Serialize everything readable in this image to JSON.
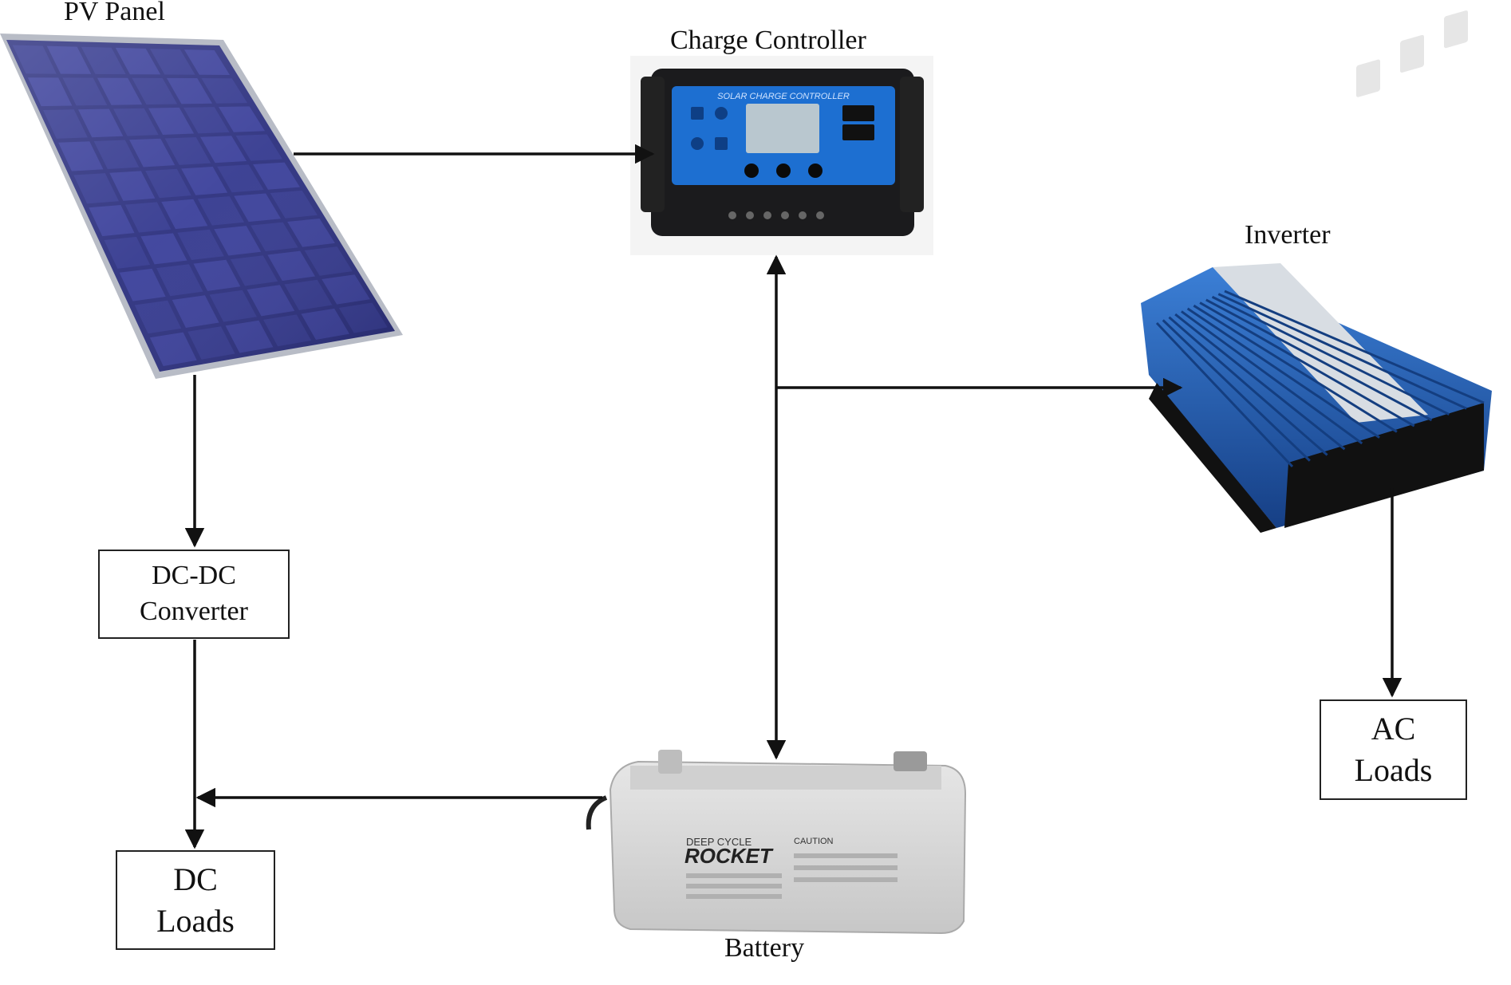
{
  "diagram": {
    "components": {
      "pv_panel": {
        "label": "PV Panel",
        "icon": "solar-panel-icon"
      },
      "charge_controller": {
        "label": "Charge Controller",
        "icon": "charge-controller-icon",
        "device_text": "SOLAR CHARGE CONTROLLER"
      },
      "inverter": {
        "label": "Inverter",
        "icon": "inverter-icon"
      },
      "battery": {
        "label": "Battery",
        "icon": "battery-icon",
        "device_text_top": "DEEP CYCLE",
        "device_brand": "ROCKET",
        "device_caution": "CAUTION"
      },
      "dcdc_converter": {
        "line1": "DC-DC",
        "line2": "Converter"
      },
      "dc_loads": {
        "line1": "DC",
        "line2": "Loads"
      },
      "ac_loads": {
        "line1": "AC",
        "line2": "Loads"
      }
    },
    "connections": [
      {
        "from": "PV Panel",
        "to": "Charge Controller",
        "direction": "one-way"
      },
      {
        "from": "PV Panel",
        "to": "DC-DC Converter",
        "direction": "one-way"
      },
      {
        "from": "DC-DC Converter",
        "to": "DC Loads",
        "direction": "one-way"
      },
      {
        "from": "Battery",
        "to": "DC Loads",
        "direction": "one-way"
      },
      {
        "from": "Charge Controller",
        "to": "Battery",
        "direction": "two-way"
      },
      {
        "from": "Charge Controller / Battery line",
        "to": "Inverter",
        "direction": "one-way"
      },
      {
        "from": "Inverter",
        "to": "AC Loads",
        "direction": "one-way"
      }
    ],
    "colors": {
      "panel_cell": "#2b2f7e",
      "panel_frame": "#c9ccd4",
      "controller_face": "#1d6fd1",
      "controller_body": "#1b1b1d",
      "inverter_body": "#1f5fb8",
      "battery_body": "#dcdcdc",
      "line": "#111111"
    }
  }
}
